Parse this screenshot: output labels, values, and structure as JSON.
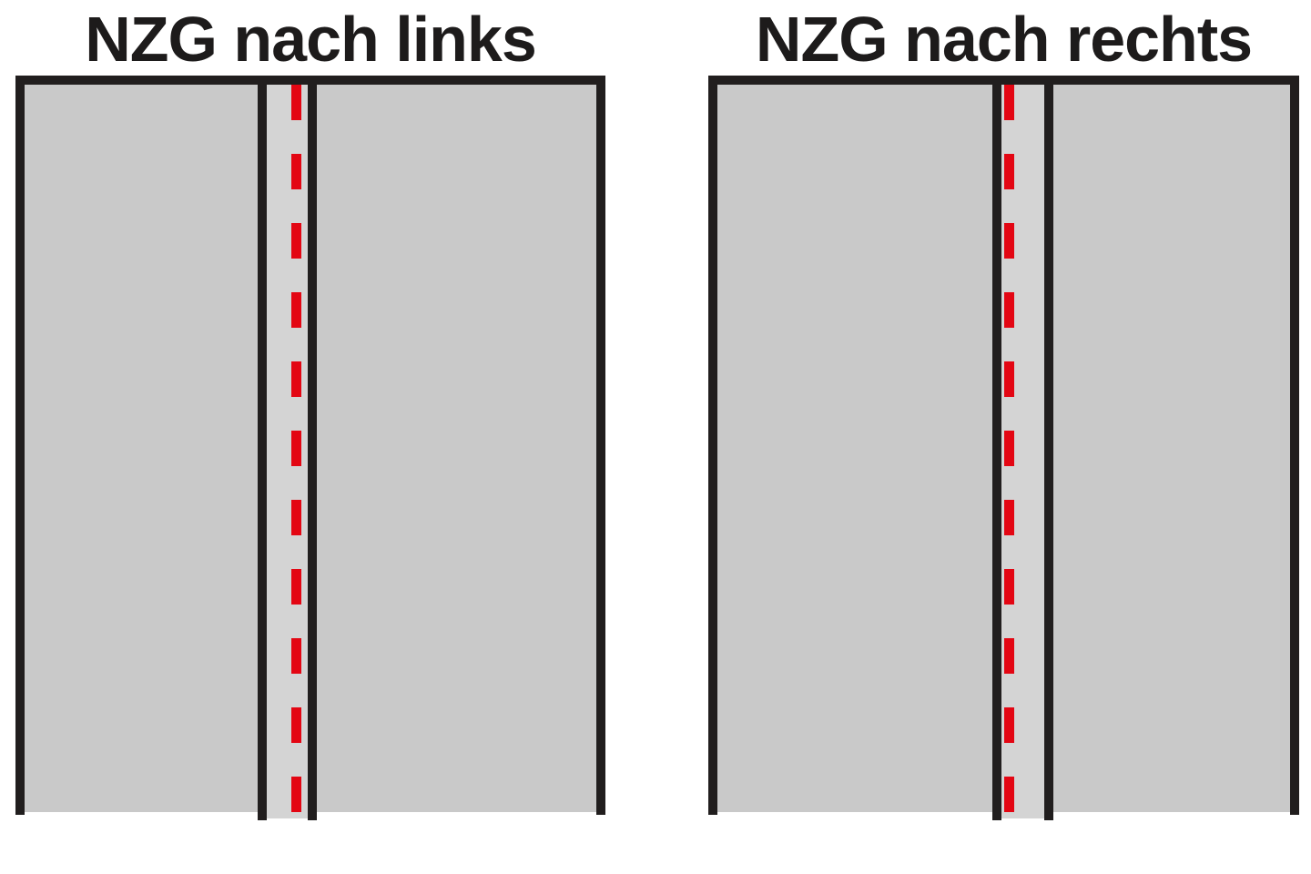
{
  "colors": {
    "background": "#ffffff",
    "fabric": "#c9c9c9",
    "seam_strip": "#d4d4d4",
    "outline": "#211e1e",
    "stitch_red": "#e30613",
    "title": "#1d1b1b"
  },
  "figures": [
    {
      "id": "nzg-nach-links",
      "title": "NZG nach links"
    },
    {
      "id": "nzg-nach-rechts",
      "title": "NZG nach rechts"
    }
  ]
}
